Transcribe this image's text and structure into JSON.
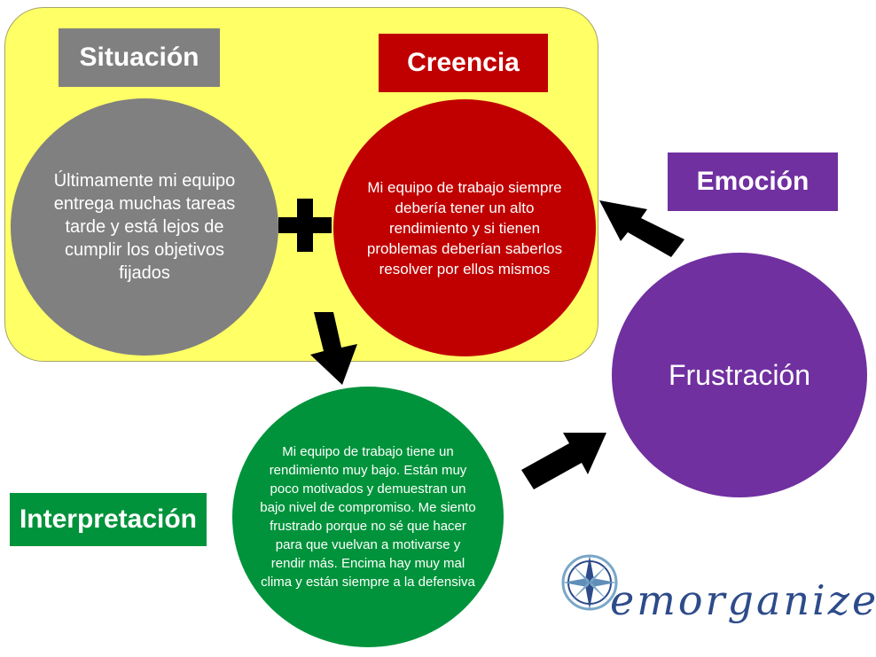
{
  "situacion": {
    "label": "Situación",
    "text": "Últimamente mi equipo entrega muchas tareas tarde y está lejos de cumplir los objetivos fijados",
    "color": "#808080"
  },
  "creencia": {
    "label": "Creencia",
    "text": "Mi equipo de trabajo siempre debería tener un alto rendimiento y si tienen problemas deberían saberlos resolver por ellos mismos",
    "color": "#c00000"
  },
  "emocion": {
    "label": "Emoción",
    "text": "Frustración",
    "color": "#7030a0"
  },
  "interpretacion": {
    "label": "Interpretación",
    "text": "Mi equipo de trabajo tiene un rendimiento muy bajo. Están muy poco motivados y demuestran un bajo nivel de compromiso. Me siento frustrado porque no sé que hacer para que vuelvan a motivarse y rendir más. Encima hay muy mal clima y están siempre a la defensiva",
    "color": "#00933b"
  },
  "group_color": "#ffff66",
  "arrow_color": "#000000",
  "logo": {
    "text": "emorganizer",
    "color": "#2d4b8a"
  }
}
